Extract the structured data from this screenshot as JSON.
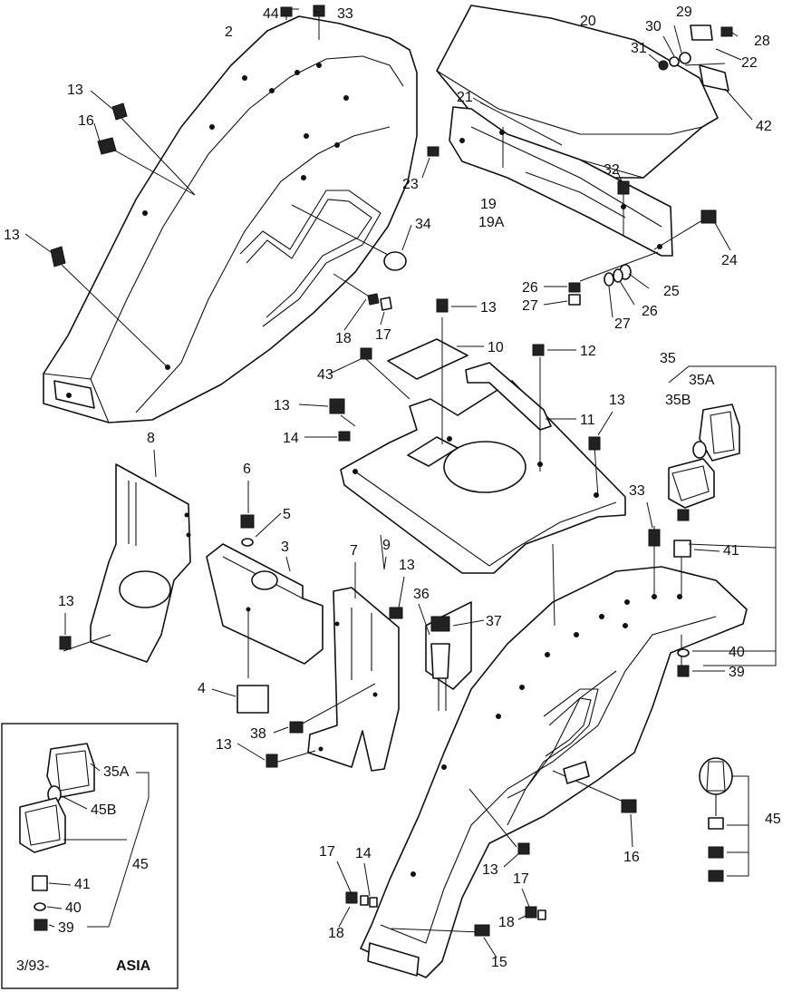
{
  "labels": {
    "n44": "44",
    "n33a": "33",
    "n2": "2",
    "n13a": "13",
    "n16a": "16",
    "n13b": "13",
    "n20": "20",
    "n30": "30",
    "n29": "29",
    "n28": "28",
    "n31": "31",
    "n22": "22",
    "n42": "42",
    "n21": "21",
    "n23": "23",
    "n32": "32",
    "n19": "19",
    "n19a": "19A",
    "n34": "34",
    "n24": "24",
    "n26a": "26",
    "n27a": "27",
    "n25": "25",
    "n26b": "26",
    "n27b": "27",
    "n18a": "18",
    "n17a": "17",
    "n13c": "13",
    "n10": "10",
    "n43": "43",
    "n12": "12",
    "n13d": "13",
    "n11": "11",
    "n13e": "13",
    "n14a": "14",
    "n8": "8",
    "n6": "6",
    "n5": "5",
    "n3": "3",
    "n9": "9",
    "n7": "7",
    "n13f": "13",
    "n36": "36",
    "n37": "37",
    "n13g": "13",
    "n4": "4",
    "n38": "38",
    "n13h": "13",
    "n35": "35",
    "n35a": "35A",
    "n35b": "35B",
    "n33b": "33",
    "n41": "41",
    "n40": "40",
    "n39": "39",
    "n16b": "16",
    "n45": "45",
    "n13i": "13",
    "n17b": "17",
    "n14b": "14",
    "n18b": "18",
    "n17c": "17",
    "n18c": "18",
    "n15": "15"
  },
  "inset": {
    "n35a": "35A",
    "n45b": "45B",
    "n45": "45",
    "n41": "41",
    "n40": "40",
    "n39": "39",
    "date_code": "3/93-",
    "region": "ASIA"
  }
}
